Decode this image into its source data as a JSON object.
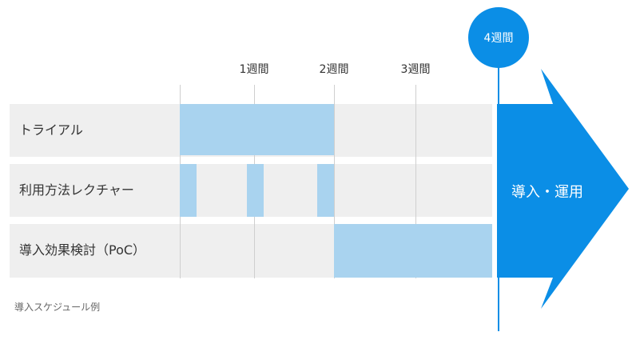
{
  "timeline": {
    "week_labels": [
      "1週間",
      "2週間",
      "3週間"
    ],
    "milestone_label": "4週間"
  },
  "rows": [
    {
      "label": "トライアル"
    },
    {
      "label": "利用方法レクチャー"
    },
    {
      "label": "導入効果検討（PoC）"
    }
  ],
  "arrow": {
    "label": "導入・運用"
  },
  "caption": "導入スケジュール例",
  "colors": {
    "accent": "#0b8ee6",
    "bar": "#a9d3ef",
    "row_bg": "#efefef"
  }
}
